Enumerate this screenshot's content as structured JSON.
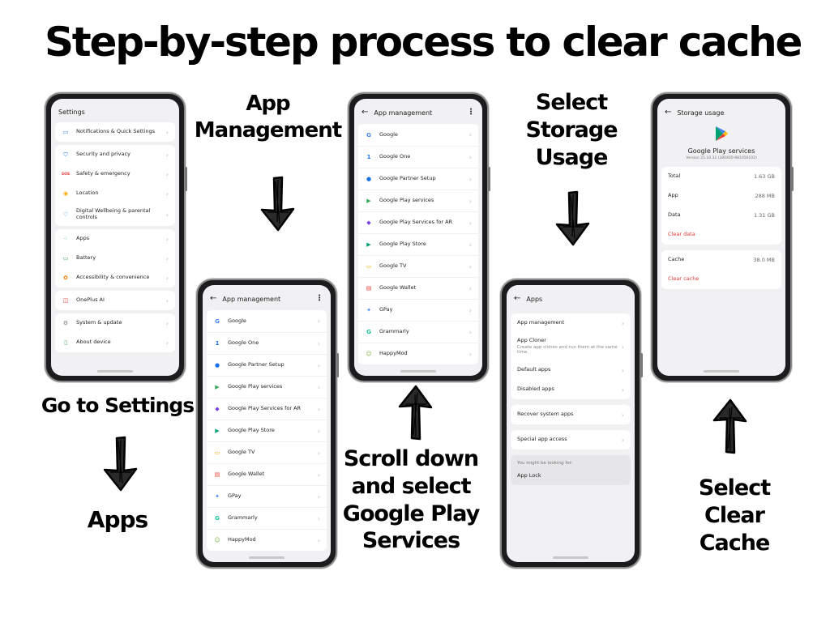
{
  "title": "Step-by-step process to clear cache",
  "captions": {
    "settings": "Go to Settings",
    "apps": "Apps",
    "app_management": [
      "App",
      "Management"
    ],
    "scroll": [
      "Scroll down",
      "and select",
      "Google Play",
      "Services"
    ],
    "storage": [
      "Select",
      "Storage",
      "Usage"
    ],
    "clear": [
      "Select",
      "Clear",
      "Cache"
    ]
  },
  "phone_settings": {
    "header": "Settings",
    "items": [
      {
        "label": "Notifications & Quick Settings",
        "icon": "notification-icon"
      },
      {
        "label": "Security and privacy",
        "icon": "shield-icon"
      },
      {
        "label": "Safety & emergency",
        "icon": "sos-icon",
        "icon_text": "SOS"
      },
      {
        "label": "Location",
        "icon": "location-icon"
      },
      {
        "label": "Digital Wellbeing & parental controls",
        "icon": "wellbeing-icon"
      },
      {
        "label": "Apps",
        "icon": "apps-grid-icon"
      },
      {
        "label": "Battery",
        "icon": "battery-icon"
      },
      {
        "label": "Accessibility & convenience",
        "icon": "accessibility-icon"
      },
      {
        "label": "OnePlus AI",
        "icon": "ai-icon"
      },
      {
        "label": "System & update",
        "icon": "system-gear-icon"
      },
      {
        "label": "About device",
        "icon": "device-icon"
      }
    ]
  },
  "phone_app_management": {
    "header": "App management",
    "apps": [
      {
        "label": "Google",
        "icon": "google-icon",
        "glyph": "G",
        "color": "#4285F4"
      },
      {
        "label": "Google One",
        "icon": "google-one-icon",
        "glyph": "1",
        "color": "#1A73E8"
      },
      {
        "label": "Google Partner Setup",
        "icon": "android-icon",
        "glyph": "●",
        "color": "#1A73E8"
      },
      {
        "label": "Google Play services",
        "icon": "play-services-icon",
        "glyph": "▶",
        "color": "#34A853"
      },
      {
        "label": "Google Play Services for AR",
        "icon": "ar-core-icon",
        "glyph": "◆",
        "color": "#7B3FE4"
      },
      {
        "label": "Google Play Store",
        "icon": "play-store-icon",
        "glyph": "▶",
        "color": "#00A173"
      },
      {
        "label": "Google TV",
        "icon": "google-tv-icon",
        "glyph": "▭",
        "color": "#F9AB00"
      },
      {
        "label": "Google Wallet",
        "icon": "wallet-icon",
        "glyph": "▤",
        "color": "#EA4335"
      },
      {
        "label": "GPay",
        "icon": "gpay-icon",
        "glyph": "✦",
        "color": "#4285F4"
      },
      {
        "label": "Grammarly",
        "icon": "grammarly-icon",
        "glyph": "G",
        "color": "#15C39A"
      },
      {
        "label": "HappyMod",
        "icon": "happymod-icon",
        "glyph": "☺",
        "color": "#7CB342"
      }
    ]
  },
  "phone_apps": {
    "header": "Apps",
    "items": [
      {
        "label": "App management"
      },
      {
        "label": "App Cloner",
        "sub": "Create app clones and run them at the same time."
      },
      {
        "label": "Default apps"
      },
      {
        "label": "Disabled apps"
      },
      {
        "label": "Recover system apps"
      },
      {
        "label": "Special app access"
      }
    ],
    "suggest_title": "You might be looking for:",
    "suggest_item": "App Lock"
  },
  "phone_storage": {
    "header": "Storage usage",
    "app_name": "Google Play services",
    "version": "Version 25.10.32 (280400-881056102)",
    "rows": [
      {
        "label": "Total",
        "value": "1.63 GB"
      },
      {
        "label": "App",
        "value": "288 MB"
      },
      {
        "label": "Data",
        "value": "1.31 GB"
      }
    ],
    "clear_data": "Clear data",
    "cache_label": "Cache",
    "cache_value": "38.0 MB",
    "clear_cache": "Clear cache"
  }
}
